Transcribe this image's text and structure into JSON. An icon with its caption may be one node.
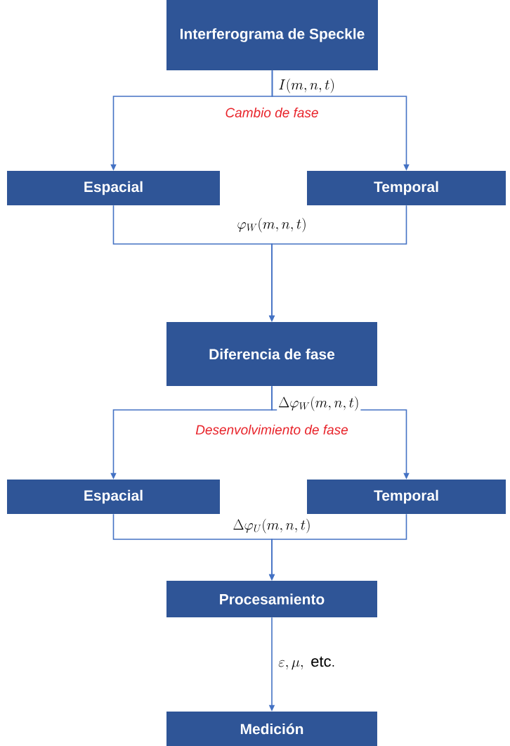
{
  "diagram": {
    "nodes": [
      {
        "text": [
          "Interferograma de Speckle"
        ]
      },
      {
        "text": [
          "Espacial"
        ]
      },
      {
        "text": [
          "Temporal"
        ]
      },
      {
        "text": [
          "Diferencia de fase"
        ]
      },
      {
        "text": [
          "Espacial"
        ]
      },
      {
        "text": [
          "Temporal"
        ]
      },
      {
        "text": [
          "Procesamiento"
        ]
      },
      {
        "text": [
          "Medición"
        ]
      }
    ],
    "edges": [
      {
        "from": 0,
        "to": 1,
        "arrow": "to",
        "label": "I(m,n,t)"
      },
      {
        "from": 0,
        "to": 2,
        "arrow": "to"
      },
      {
        "from": 1,
        "to": 3,
        "arrow": "to",
        "label": "\\varphi_W(m,n,t)"
      },
      {
        "from": 2,
        "to": 3,
        "arrow": "to"
      },
      {
        "from": 3,
        "to": 4,
        "arrow": "to",
        "label": "\\Delta\\varphi_W(m,n,t)"
      },
      {
        "from": 3,
        "to": 5,
        "arrow": "to"
      },
      {
        "from": 4,
        "to": 6,
        "arrow": "to",
        "label": "\\Delta\\varphi_U(m,n,t)"
      },
      {
        "from": 5,
        "to": 6,
        "arrow": "to"
      },
      {
        "from": 6,
        "to": 7,
        "arrow": "to",
        "label": "\\varepsilon,\\mu,\\ \\mathrm{etc.}"
      }
    ],
    "labels": [
      "Cambio de fase",
      "Desenvolvimiento de fase"
    ]
  }
}
